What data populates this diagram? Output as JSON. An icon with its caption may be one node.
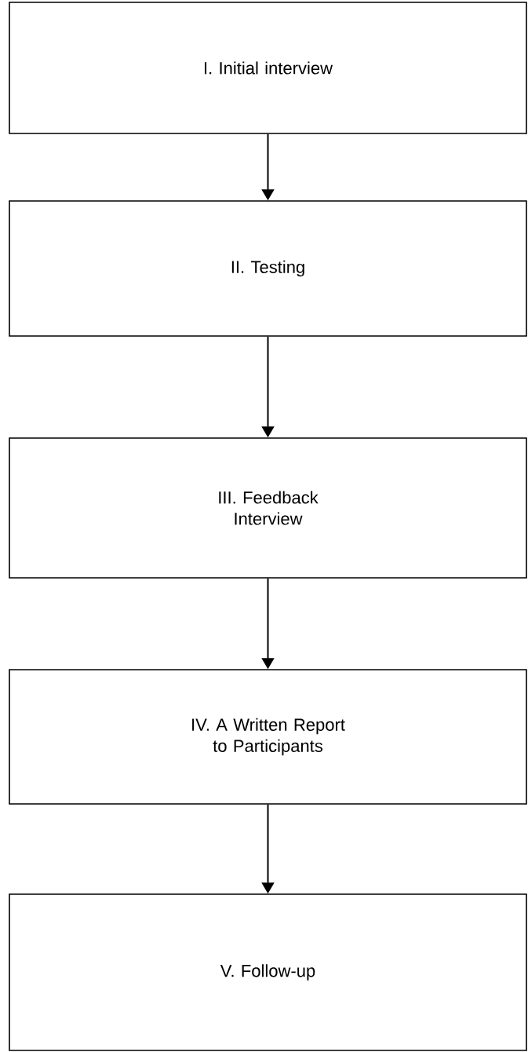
{
  "diagram": {
    "nodes": [
      {
        "text": [
          "I.  Initial interview"
        ]
      },
      {
        "text": [
          "II.  Testing"
        ]
      },
      {
        "text": [
          "III.  Feedback Interview"
        ]
      },
      {
        "text": [
          "IV.  A Written Report to Participants"
        ]
      },
      {
        "text": [
          "V.  Follow-up"
        ]
      }
    ],
    "edges": [
      {
        "from": 0,
        "to": 1,
        "arrow": "to"
      },
      {
        "from": 1,
        "to": 2,
        "arrow": "to"
      },
      {
        "from": 2,
        "to": 3,
        "arrow": "to"
      },
      {
        "from": 3,
        "to": 4,
        "arrow": "to"
      }
    ]
  }
}
